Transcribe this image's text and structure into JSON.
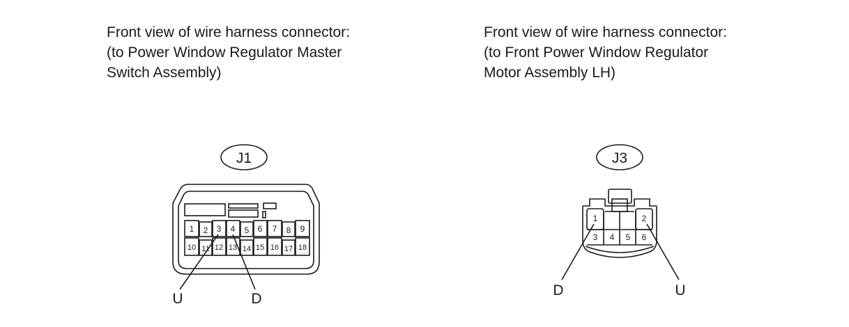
{
  "left": {
    "caption": [
      "Front view of wire harness connector:",
      "(to Power Window Regulator Master",
      "Switch Assembly)"
    ],
    "connector_id": "J1",
    "pins_top": [
      "1",
      "2",
      "3",
      "4",
      "5",
      "6",
      "7",
      "8",
      "9"
    ],
    "pins_bottom": [
      "10",
      "11",
      "12",
      "13",
      "14",
      "15",
      "16",
      "17",
      "18"
    ],
    "callouts": [
      "U",
      "D"
    ]
  },
  "right": {
    "caption": [
      "Front view of wire harness connector:",
      "(to Front Power Window Regulator",
      "Motor Assembly LH)"
    ],
    "connector_id": "J3",
    "pins_top": [
      "1",
      "2"
    ],
    "pins_bottom": [
      "3",
      "4",
      "5",
      "6"
    ],
    "callouts": [
      "D",
      "U"
    ]
  }
}
